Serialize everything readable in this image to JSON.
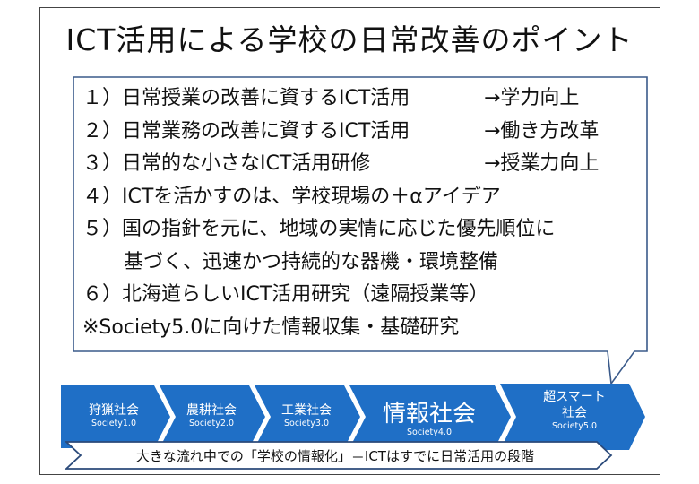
{
  "title": "ICT活用による学校の日常改善のポイント",
  "points": [
    {
      "text": "１）日常授業の改善に資するICT活用",
      "arrow": "→学力向上"
    },
    {
      "text": "２）日常業務の改善に資するICT活用",
      "arrow": "→働き方改革"
    },
    {
      "text": "３）日常的な小さなICT活用研修",
      "arrow": "→授業力向上"
    },
    {
      "text": "４）ICTを活かすのは、学校現場の＋αアイデア"
    },
    {
      "text": "５）国の指針を元に、地域の実情に応じた優先順位に"
    },
    {
      "text": "基づく、迅速かつ持続的な器機・環境整備"
    },
    {
      "text": "６）北海道らしいICT活用研究（遠隔授業等）"
    },
    {
      "text": "※Society5.0に向けた情報収集・基礎研究"
    }
  ],
  "stages": [
    {
      "name": "狩猟社会",
      "en": "Society1.0"
    },
    {
      "name": "農耕社会",
      "en": "Society2.0"
    },
    {
      "name": "工業社会",
      "en": "Society3.0"
    },
    {
      "name": "情報社会",
      "en": "Society4.0"
    },
    {
      "name_line1": "超スマート",
      "name_line2": "社会",
      "en": "Society5.0"
    }
  ],
  "banner": "大きな流れ中での「学校の情報化」＝ICTはすでに日常活用の段階",
  "colors": {
    "stage_fill": "#1f6fc6",
    "stage_fill_dark": "#1a63b4",
    "stroke": "#2b4a7a"
  }
}
